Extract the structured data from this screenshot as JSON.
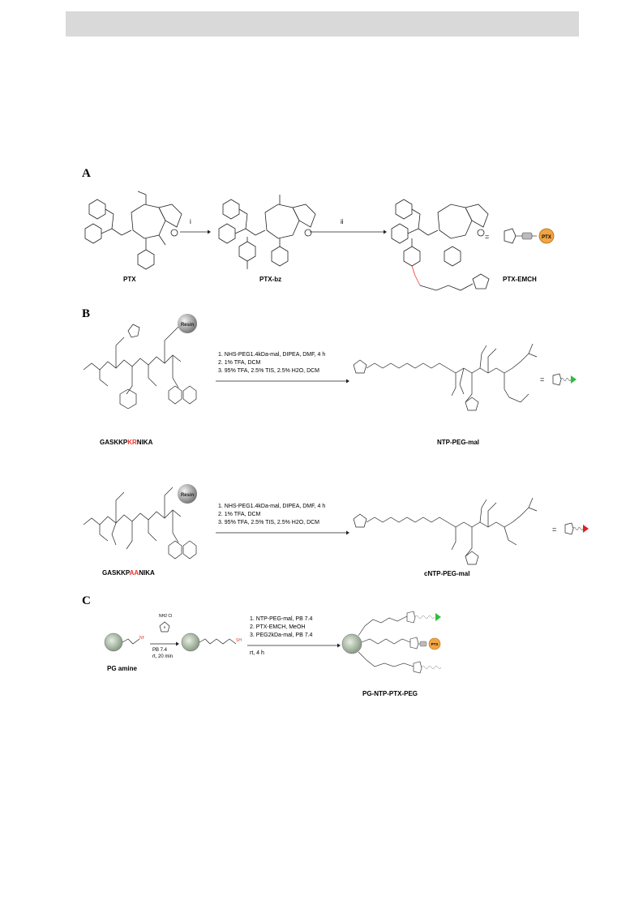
{
  "panels": {
    "a": "A",
    "b": "B",
    "c": "C"
  },
  "scheme_a": {
    "compound1": "PTX",
    "compound2": "PTX-bz",
    "compound3": "PTX-EMCH",
    "step1": "i",
    "step2": "ii",
    "equals": "=",
    "badge": "PTX"
  },
  "scheme_b": {
    "resin": "Resin",
    "row1": {
      "seq_start": "GASKKP",
      "seq_red": "KR",
      "seq_end": "NIKA",
      "product": "NTP-PEG-mal",
      "conditions": [
        "1. NHS-PEG1.4kDa-mal, DIPEA, DMF, 4 h",
        "2. 1% TFA, DCM",
        "3. 95% TFA, 2.5% TIS, 2.5% H2O, DCM"
      ],
      "arrow_color": "#2fbf3a"
    },
    "row2": {
      "seq_start": "GASKKP",
      "seq_red": "AA",
      "seq_end": "NIKA",
      "product": "cNTP-PEG-mal",
      "conditions": [
        "1. NHS-PEG1.4kDa-mal, DIPEA, DMF, 4 h",
        "2. 1% TFA, DCM",
        "3. 95% TFA, 2.5% TIS, 2.5% H2O, DCM"
      ],
      "arrow_color": "#e02020"
    },
    "equals": "="
  },
  "scheme_c": {
    "start": "PG amine",
    "reagent": "NH2 Cl",
    "step1_conditions": [
      "PB 7.4",
      "rt, 20 min"
    ],
    "step2_conditions": [
      "1. NTP-PEG-mal, PB 7.4",
      "2. PTX-EMCH, MeOH",
      "3. PEG2kDa-mal, PB 7.4",
      "rt, 4 h"
    ],
    "product": "PG-NTP-PTX-PEG",
    "badge": "PTX"
  }
}
